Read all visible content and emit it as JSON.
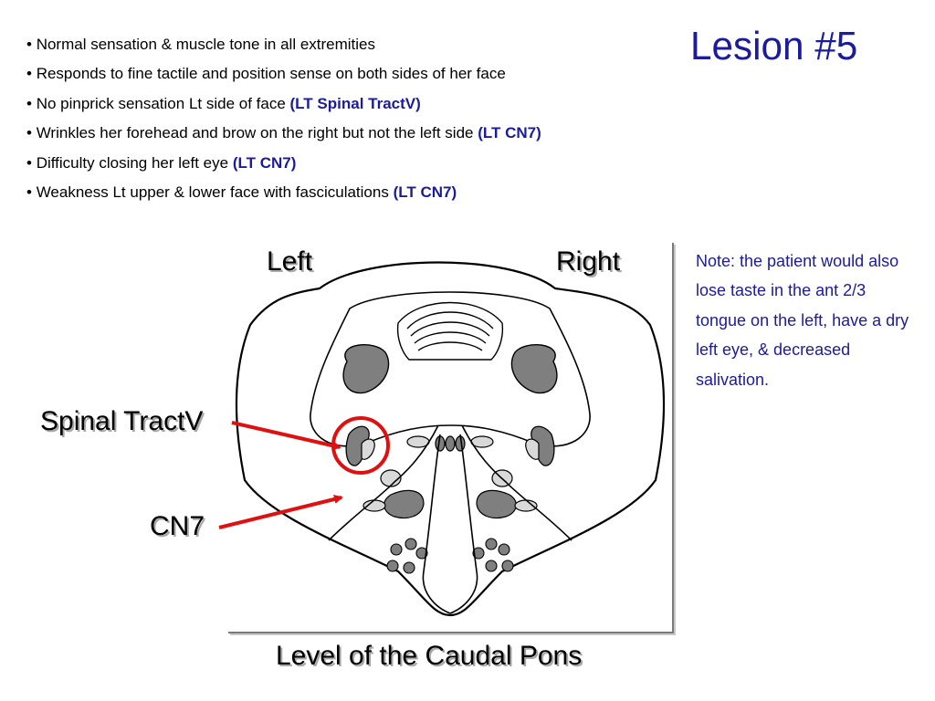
{
  "slide": {
    "title": "Lesion #5",
    "bullets": [
      {
        "bullet": "•",
        "text": "Normal sensation & muscle tone in all extremities",
        "tag": ""
      },
      {
        "bullet": "•",
        "text": "Responds to fine tactile and position sense on both sides of her face",
        "tag": ""
      },
      {
        "bullet": "•",
        "text": "No pinprick sensation Lt side of face ",
        "tag": "(LT Spinal TractV)"
      },
      {
        "bullet": "•",
        "text": "Wrinkles her forehead and brow on the right but not the left side ",
        "tag": "(LT CN7)"
      },
      {
        "bullet": "•",
        "text": "Difficulty closing her left eye ",
        "tag": "(LT CN7)"
      },
      {
        "bullet": "•",
        "text": "Weakness Lt upper & lower face with fasciculations ",
        "tag": "(LT CN7)"
      }
    ],
    "diagram": {
      "left_label": "Left",
      "right_label": "Right",
      "spinal_label": "Spinal TractV",
      "cn7_label": "CN7",
      "caption": "Level of the Caudal Pons"
    },
    "note": "Note: the patient would also lose taste in the ant 2/3 tongue on the left, have a dry left eye, & decreased salivation.",
    "colors": {
      "title_blue": "#1b1b9b",
      "arrow_red": "#e01010",
      "structure_gray": "#7f7f7f",
      "light_gray": "#d9d9d9"
    }
  }
}
